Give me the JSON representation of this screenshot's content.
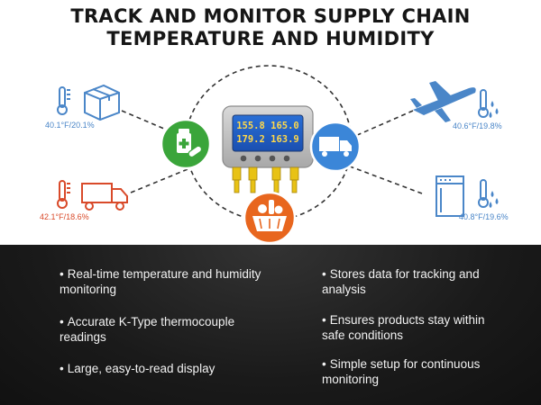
{
  "title": {
    "line1": "TRACK AND MONITOR SUPPLY CHAIN",
    "line2": "TEMPERATURE AND HUMIDITY"
  },
  "readings": {
    "box": "40.1°F/20.1%",
    "truck": "42.1°F/18.6%",
    "plane": "40.6°F/19.8%",
    "freezer": "40.8°F/19.6%"
  },
  "device": {
    "display_rows": [
      "155.8 165.0",
      "179.2 163.9"
    ]
  },
  "icons": {
    "center_left": "medicine-bottle-icon",
    "center_right": "delivery-truck-icon",
    "center_bottom": "food-basket-icon",
    "top_left": "box-icon",
    "bottom_left": "truck-icon",
    "top_right": "airplane-icon",
    "bottom_right": "freezer-icon"
  },
  "colors": {
    "blue": "#4a86c8",
    "red": "#d94a2a",
    "green": "#3aa53a",
    "orange": "#e8661e",
    "dark_bg": "#1b1b1b"
  },
  "features": {
    "left": [
      "Real-time temperature and humidity monitoring",
      "Accurate K-Type thermocouple readings",
      "Large, easy-to-read display"
    ],
    "right": [
      "Stores data for tracking and analysis",
      "Ensures products stay within safe conditions",
      "Simple setup for continuous monitoring"
    ],
    "bullet": "•"
  }
}
